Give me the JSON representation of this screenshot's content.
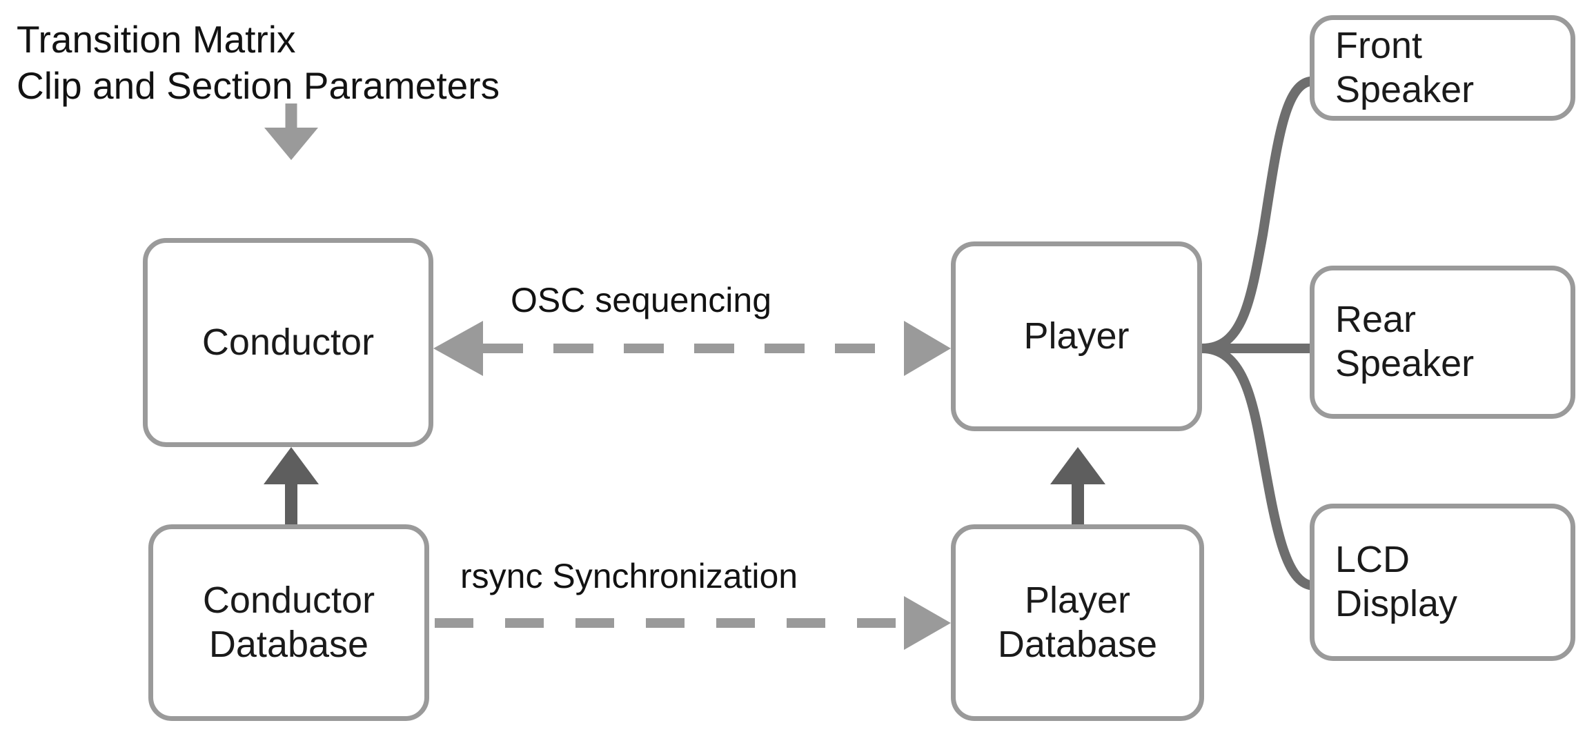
{
  "diagram": {
    "title_note": {
      "text": "Transition Matrix\nClip and Section Parameters"
    },
    "nodes": [
      {
        "id": "conductor",
        "label": "Conductor"
      },
      {
        "id": "player",
        "label": "Player"
      },
      {
        "id": "conductor-database",
        "label": "Conductor\nDatabase"
      },
      {
        "id": "player-database",
        "label": "Player\nDatabase"
      },
      {
        "id": "front-speaker",
        "label": "Front\nSpeaker"
      },
      {
        "id": "rear-speaker",
        "label": "Rear\nSpeaker"
      },
      {
        "id": "lcd-display",
        "label": "LCD\nDisplay"
      }
    ],
    "edge_labels": [
      {
        "id": "osc-sequencing",
        "text": "OSC sequencing"
      },
      {
        "id": "rsync-synchronization",
        "text": "rsync Synchronization"
      }
    ],
    "colors": {
      "node_stroke": "#9a9a9a",
      "light_arrow": "#9a9a9a",
      "dark_arrow": "#5e5e5e",
      "dashed_line": "#9a9a9a",
      "curve_line": "#6e6e6e",
      "text": "#121212",
      "background": "#ffffff"
    }
  }
}
